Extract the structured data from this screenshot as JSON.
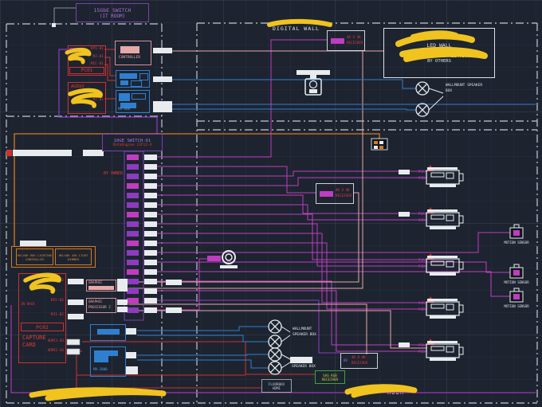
{
  "colors": {
    "background": "#1d2430",
    "wall": "#c3c9d1",
    "magenta": "#c03cc0",
    "purple": "#8d3bbf",
    "red": "#d03030",
    "orange": "#d57a1e",
    "blue": "#2f7fd0",
    "pink": "#e8a9a9",
    "white": "#e8ecef",
    "yellow_markup": "#f0c31f",
    "green": "#3aa53a"
  },
  "diagram": {
    "it_switch": {
      "line1": "15GbE SWITCH",
      "line2": "(IT ROOM)"
    },
    "pc01": {
      "title": "PC01",
      "port1": "DP1-01",
      "port2": "MJ-01",
      "port3": "MIC-01"
    },
    "audio": {
      "title": "AUDIO",
      "port1": "MJ-01"
    },
    "controller": {
      "label": "CONTROLLER"
    },
    "switcher": {
      "model": "MA-600"
    },
    "net_switch": {
      "title": "10GE SWITCH-01",
      "model": "DataEngine 12F12-4",
      "note": "BY OWNER",
      "port_count": 17
    },
    "digital_wall": {
      "label": "DIGITAL WALL"
    },
    "led_wall": {
      "line1": "LED WALL",
      "line2": "4430MMx2430MM",
      "line3": "RELOCATE & INSTALLATION",
      "line4": "BY OTHERS"
    },
    "speaker_top": {
      "line1": "WALLMOUNT SPEAKER",
      "line2": "BOX"
    },
    "helvar1": {
      "line1": "HELVAR 905 LIGHTING",
      "line2": "CONTROLLER"
    },
    "helvar2": {
      "line1": "HELVAR 458 LIGHT",
      "line2": "DIMMER"
    },
    "pc02": {
      "title": "PC02",
      "sub1": "CAPTURE",
      "sub2": "CARD",
      "note": "IN RACK",
      "port1": "DP1-02",
      "port2": "DP2-02",
      "port3": "MJ1-02",
      "port4": "HDMI1-03",
      "port5": "HDMI2-03"
    },
    "gp1": {
      "title": "GRAPHIC"
    },
    "gp2": {
      "line1": "GRAPHIC",
      "line2": "PROCESSOR 2"
    },
    "dsp": {
      "model": "MA-2000"
    },
    "speaker_b1": {
      "line1": "WALLMOUNT",
      "line2": "SPEAKER BOX"
    },
    "speaker_b2": {
      "label": "SPEAKER BOX"
    },
    "green_rx": {
      "line1": "SAS KGB",
      "line2": "RECEIVER"
    },
    "floorbox": {
      "line1": "FLOORBOX",
      "line2": "HDMI"
    },
    "rx_top": {
      "line1": "4K X 4K",
      "line2": "RECEIVER"
    },
    "rx_mid": {
      "line1": "4K X 4K",
      "line2": "RECEIVER"
    },
    "rx_bottom": {
      "tag": "RX",
      "line1": "4K X 4K",
      "line2": "RECEIVER"
    },
    "rooms": {
      "control_room": "CONTROL ROOM",
      "display_room": "ROOM"
    },
    "projectors": [
      {
        "a": "P1A",
        "b": "P1B"
      },
      {
        "a": "P2A",
        "b": "P2B"
      },
      {
        "a": "P3A",
        "b": "P3B"
      },
      {
        "a": "P4A",
        "b": "P4B"
      },
      {
        "a": "P5A",
        "b": "P5B"
      }
    ],
    "sensors": [
      {
        "label": "MOTION SENSOR"
      },
      {
        "label": "MOTION SENSOR"
      },
      {
        "label": "MOTION SENSOR"
      }
    ]
  }
}
